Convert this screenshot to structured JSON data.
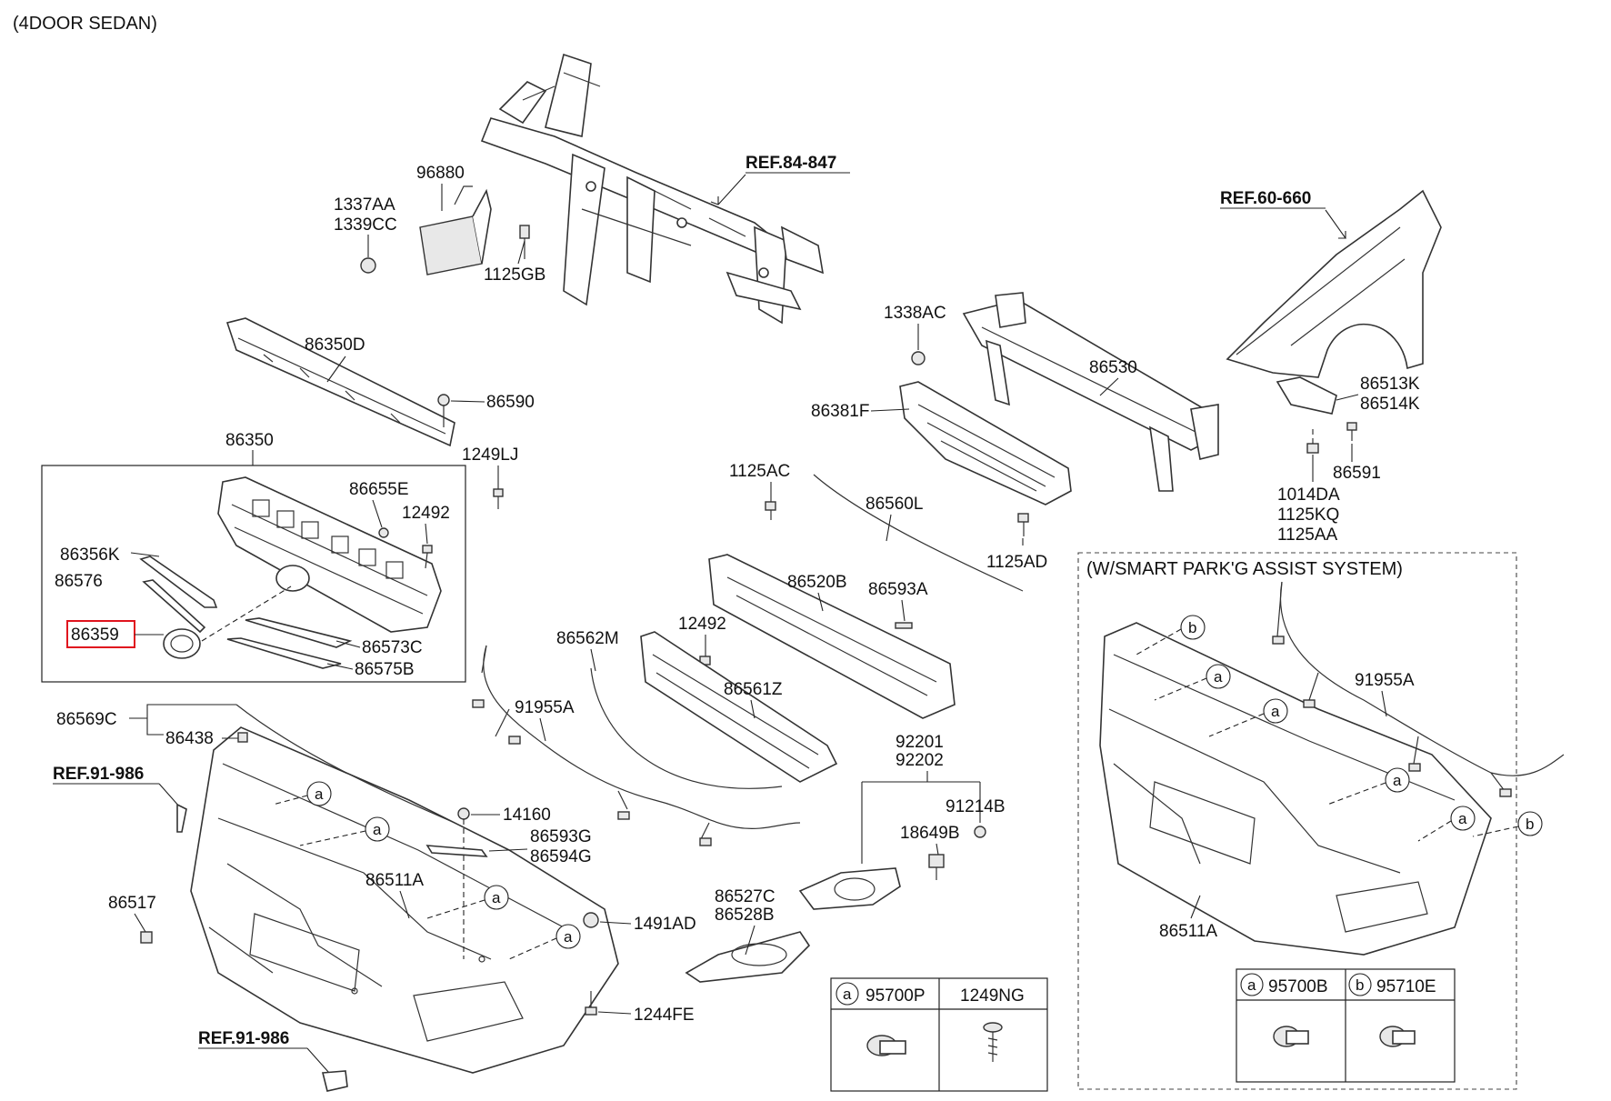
{
  "header": {
    "variant": "(4DOOR SEDAN)"
  },
  "refs": {
    "crossmember": "REF.84-847",
    "fender": "REF.60-660",
    "bumper_upper": "REF.91-986",
    "bumper_lower": "REF.91-986"
  },
  "labels": {
    "l96880": "96880",
    "l1337aa": "1337AA",
    "l1339cc": "1339CC",
    "l1125gb": "1125GB",
    "l86350d": "86350D",
    "l86590": "86590",
    "l86350": "86350",
    "l1249lj": "1249LJ",
    "l86655e": "86655E",
    "l12492a": "12492",
    "l86356k": "86356K",
    "l86576": "86576",
    "l86359": "86359",
    "l86573c": "86573C",
    "l86575b": "86575B",
    "l1338ac": "1338AC",
    "l86530": "86530",
    "l86381f": "86381F",
    "l1125ac": "1125AC",
    "l86560l": "86560L",
    "l1125ad": "1125AD",
    "l86520b": "86520B",
    "l86593a": "86593A",
    "l12492b": "12492",
    "l86562m": "86562M",
    "l86561z": "86561Z",
    "l91955a": "91955A",
    "l86569c": "86569C",
    "l86438": "86438",
    "l14160": "14160",
    "l86593g": "86593G",
    "l86594g": "86594G",
    "l86511a": "86511A",
    "l86517": "86517",
    "l1491ad": "1491AD",
    "l1244fe": "1244FE",
    "l92201": "92201",
    "l92202": "92202",
    "l91214b": "91214B",
    "l18649b": "18649B",
    "l86527c": "86527C",
    "l86528b": "86528B",
    "l86513k": "86513K",
    "l86514k": "86514K",
    "l86591": "86591",
    "l1014da": "1014DA",
    "l1125kq": "1125KQ",
    "l1125aa": "1125AA"
  },
  "markers": {
    "a": "a",
    "b": "b"
  },
  "legend_table": {
    "a_code": "95700P",
    "other_code": "1249NG"
  },
  "smart_park": {
    "title": "(W/SMART PARK'G ASSIST SYSTEM)",
    "harness": "91955A",
    "bumper": "86511A",
    "a_code": "95700B",
    "b_code": "95710E"
  },
  "highlight": {
    "part": "86359",
    "color": "#e0141e"
  }
}
